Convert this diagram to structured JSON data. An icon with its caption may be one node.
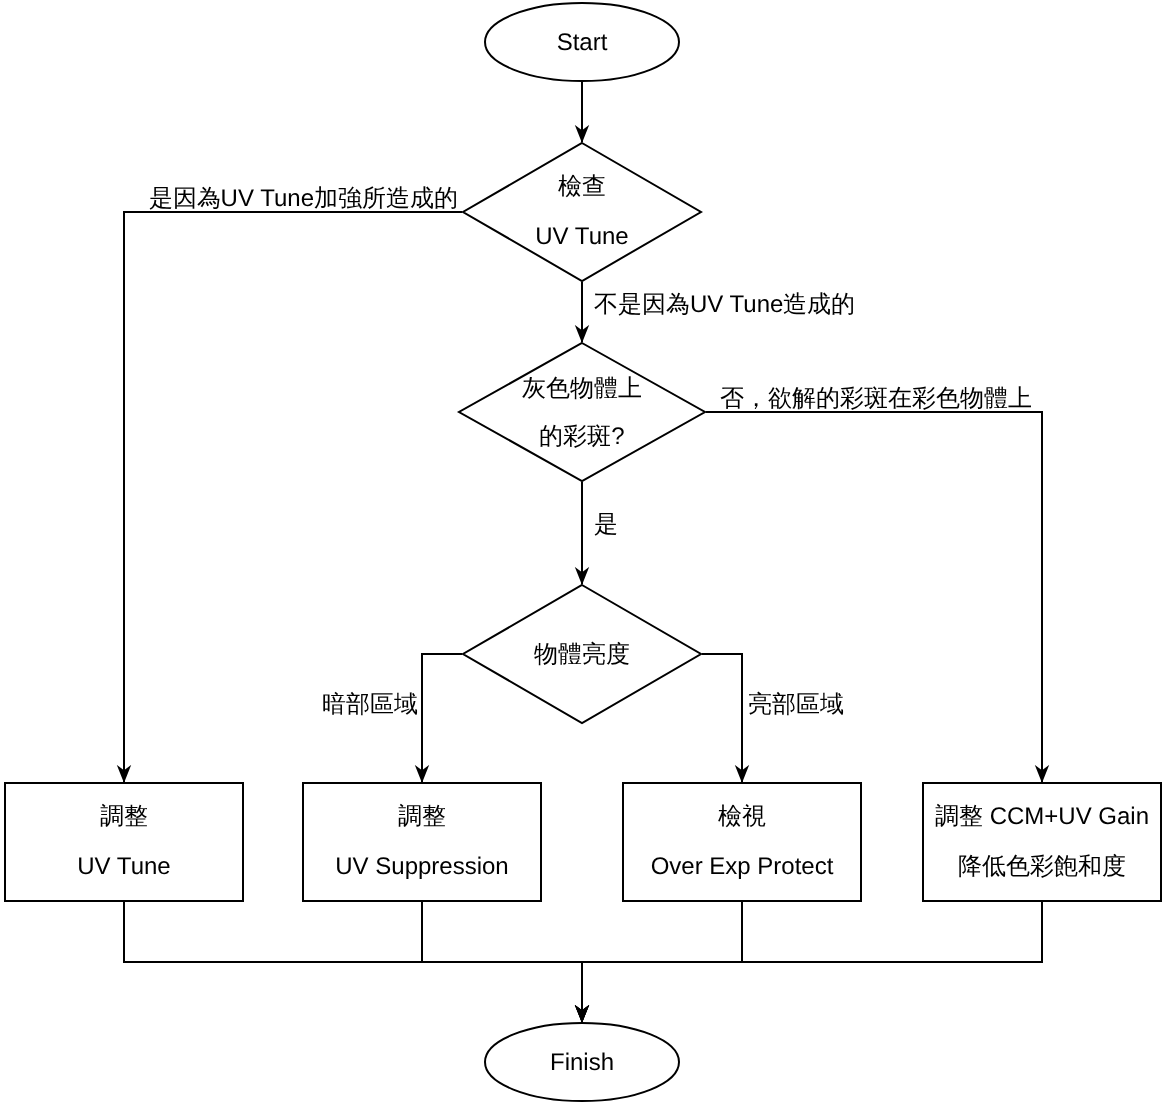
{
  "diagram": {
    "nodes": [
      {
        "text": [
          "Start"
        ]
      },
      {
        "text": [
          "檢查",
          "UV Tune"
        ]
      },
      {
        "text": [
          "灰色物體上的彩斑?"
        ]
      },
      {
        "text": [
          "物體亮度"
        ]
      },
      {
        "text": [
          "調整",
          "UV Tune"
        ]
      },
      {
        "text": [
          "調整",
          "UV Suppression"
        ]
      },
      {
        "text": [
          "檢視",
          "Over Exp Protect"
        ]
      },
      {
        "text": [
          "調整 CCM+UV Gain",
          "降低色彩飽和度"
        ]
      },
      {
        "text": [
          "Finish"
        ]
      }
    ],
    "edges": [
      {
        "from": 0,
        "to": 1,
        "arrow": "to"
      },
      {
        "from": 1,
        "to": 4,
        "arrow": "to",
        "label": "是因為UV Tune加強所造成的"
      },
      {
        "from": 1,
        "to": 2,
        "arrow": "to",
        "label": "不是因為UV Tune造成的"
      },
      {
        "from": 2,
        "to": 3,
        "arrow": "to",
        "label": "是"
      },
      {
        "from": 2,
        "to": 7,
        "arrow": "to",
        "label": "否，欲解的彩斑在彩色物體上"
      },
      {
        "from": 3,
        "to": 5,
        "arrow": "to",
        "label": "暗部區域"
      },
      {
        "from": 3,
        "to": 6,
        "arrow": "to",
        "label": "亮部區域"
      },
      {
        "from": 4,
        "to": 8,
        "arrow": "to"
      },
      {
        "from": 5,
        "to": 8,
        "arrow": "to"
      },
      {
        "from": 6,
        "to": 8,
        "arrow": "to"
      },
      {
        "from": 7,
        "to": 8,
        "arrow": "to"
      }
    ]
  }
}
